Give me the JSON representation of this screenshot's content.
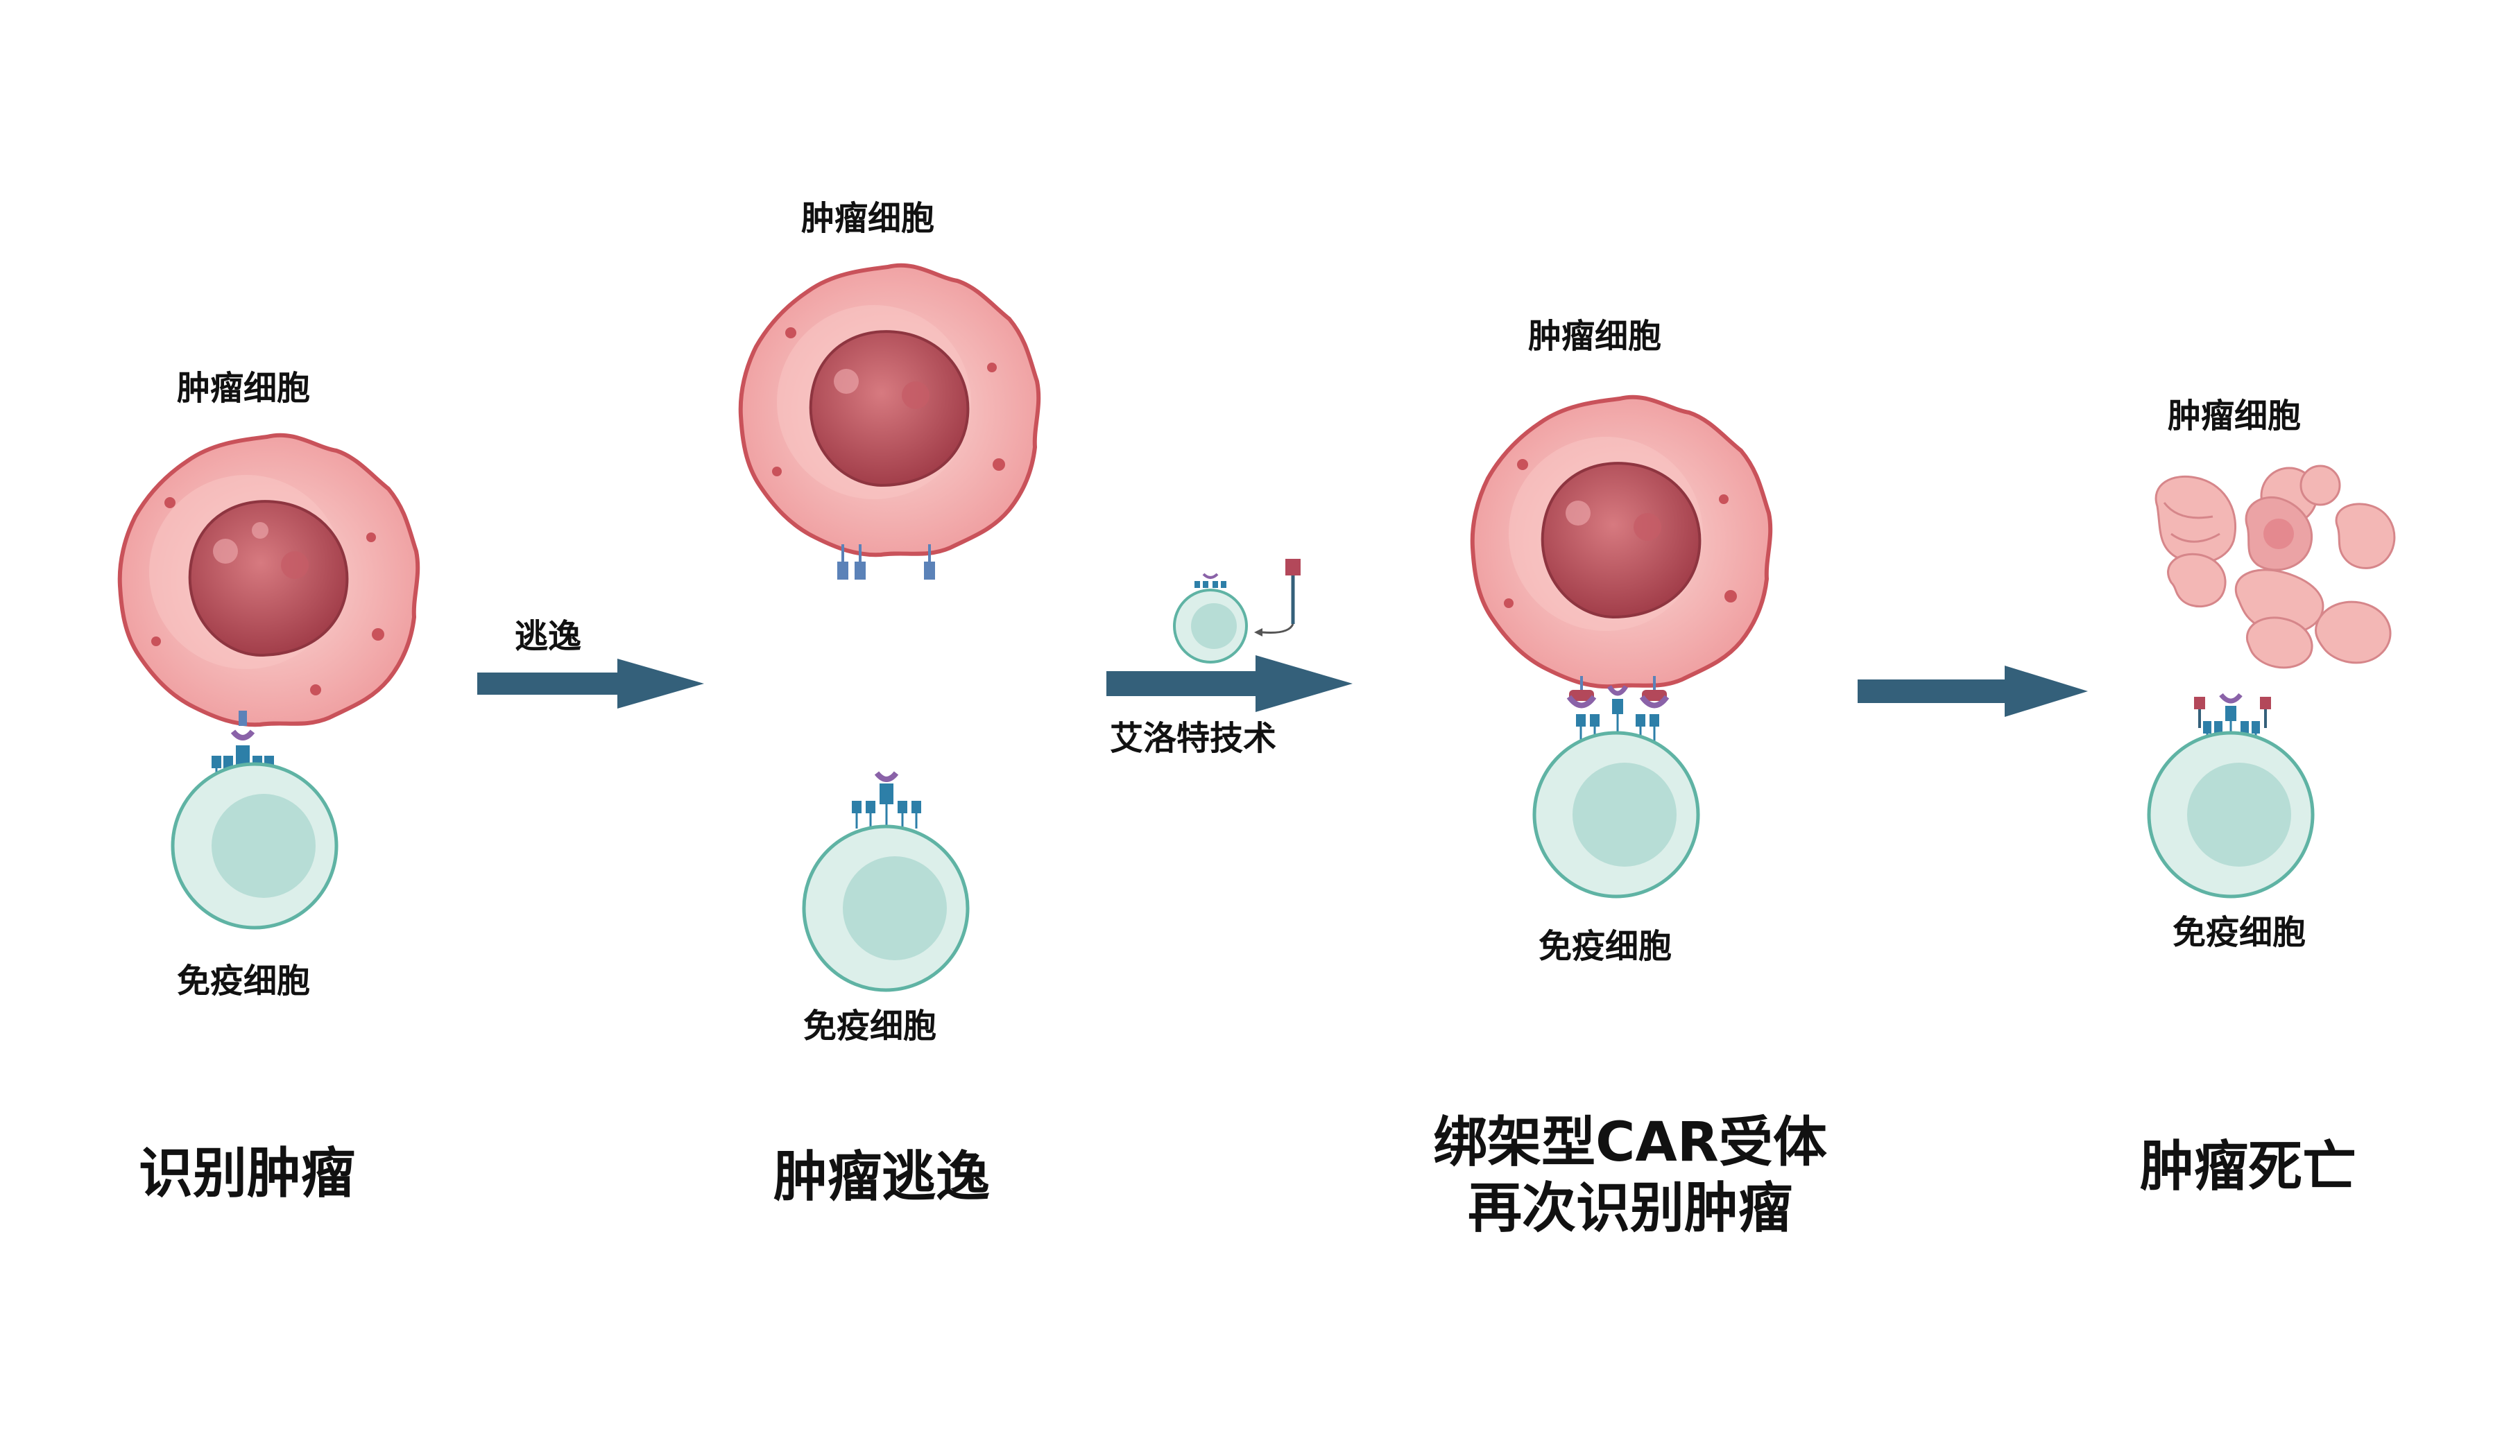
{
  "panels": [
    {
      "tumor_label": "肿瘤细胞",
      "immune_label": "免疫细胞",
      "caption": "识别肿瘤"
    },
    {
      "tumor_label": "肿瘤细胞",
      "immune_label": "免疫细胞",
      "caption": "肿瘤逃逸"
    },
    {
      "tumor_label": "肿瘤细胞",
      "immune_label": "免疫细胞",
      "caption_line1": "绑架型CAR受体",
      "caption_line2": "再次识别肿瘤"
    },
    {
      "tumor_label": "肿瘤细胞",
      "immune_label": "免疫细胞",
      "caption": "肿瘤死亡"
    }
  ],
  "arrows": [
    {
      "label": "逃逸"
    },
    {
      "label": "艾洛特技术"
    },
    {
      "label": ""
    }
  ],
  "colors": {
    "tumor_fill": "#f2a9a8",
    "tumor_outline": "#c9525a",
    "nucleus": "#b44b55",
    "immune_fill": "#dcefea",
    "immune_outline": "#5fb3a4",
    "immune_nucleus": "#b7ddd6",
    "arrow": "#34607a",
    "receptor_blue": "#2d7fa8",
    "receptor_purple": "#8a62a8",
    "antigen_red": "#b3485a",
    "antigen_blue": "#5b82b8"
  }
}
